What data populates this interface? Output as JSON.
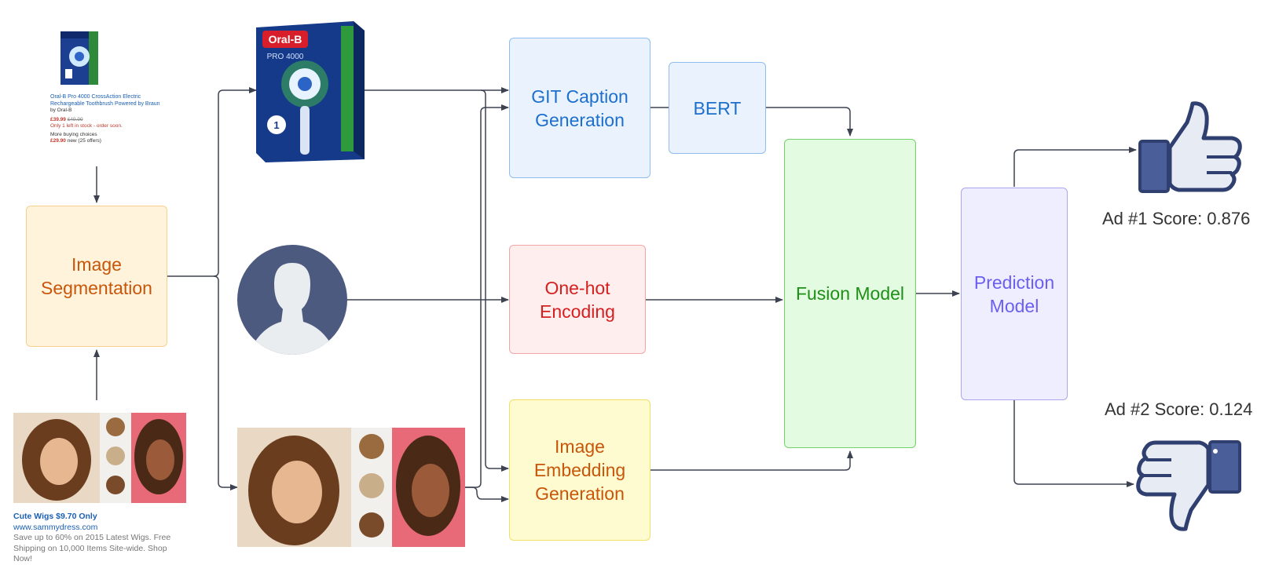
{
  "boxes": {
    "image_segmentation": "Image\nSegmentation",
    "git_caption": "GIT Caption\nGeneration",
    "bert": "BERT",
    "one_hot": "One-hot\nEncoding",
    "image_embedding": "Image\nEmbedding\nGeneration",
    "fusion": "Fusion Model",
    "prediction": "Prediction\nModel"
  },
  "ad1": {
    "brand": "Oral-B",
    "model": "PRO 4000",
    "title": "Oral-B Pro 4000 CrossAction Electric Rechargeable Toothbrush Powered by Braun",
    "by": "by Oral-B",
    "price": "£39.99",
    "old_price": "£49.99",
    "stock": "Only 1 left in stock - order soon.",
    "more": "More buying choices",
    "offer_price": "£29.90",
    "offer_note": "new (25 offers)"
  },
  "ad2": {
    "title": "Cute Wigs $9.70 Only",
    "url": "www.sammydress.com",
    "desc": "Save up to 60% on 2015 Latest Wigs. Free Shipping on 10,000 Items Site-wide. Shop Now!"
  },
  "scores": {
    "ad1": "Ad #1 Score: 0.876",
    "ad2": "Ad #2 Score: 0.124"
  },
  "colors": {
    "segmentation_fill": "#fff3dc",
    "segmentation_border": "#f7cf8e",
    "segmentation_text": "#c8560a",
    "git_fill": "#eaf3fd",
    "git_border": "#8fbdf0",
    "git_text": "#1d6fcc",
    "onehot_fill": "#ffeeee",
    "onehot_border": "#f1a6a6",
    "onehot_text": "#d62020",
    "embed_fill": "#fefbd0",
    "embed_border": "#f0e066",
    "embed_text": "#c8560a",
    "fusion_fill": "#e3fbe1",
    "fusion_border": "#73d36a",
    "fusion_text": "#1e8f17",
    "prediction_fill": "#efeefe",
    "prediction_border": "#a9a6ef",
    "prediction_text": "#6a5ff0",
    "thumb_blue": "#4a5f9a",
    "avatar_bg": "#4d5a80"
  },
  "icons": [
    "toothbrush-box-image",
    "user-avatar-icon",
    "wig-collage-image",
    "thumbs-up-icon",
    "thumbs-down-icon"
  ]
}
